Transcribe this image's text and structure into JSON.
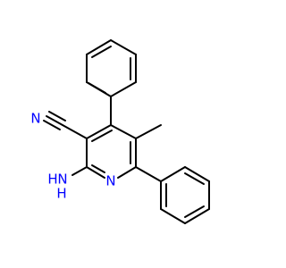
{
  "molecule": {
    "atoms": {
      "cyano_n": "N",
      "ring_n": "N",
      "amine_n": "N",
      "amine_h": "H"
    },
    "colors": {
      "bond": "#000000",
      "nitrogen": "#0000ff"
    }
  }
}
